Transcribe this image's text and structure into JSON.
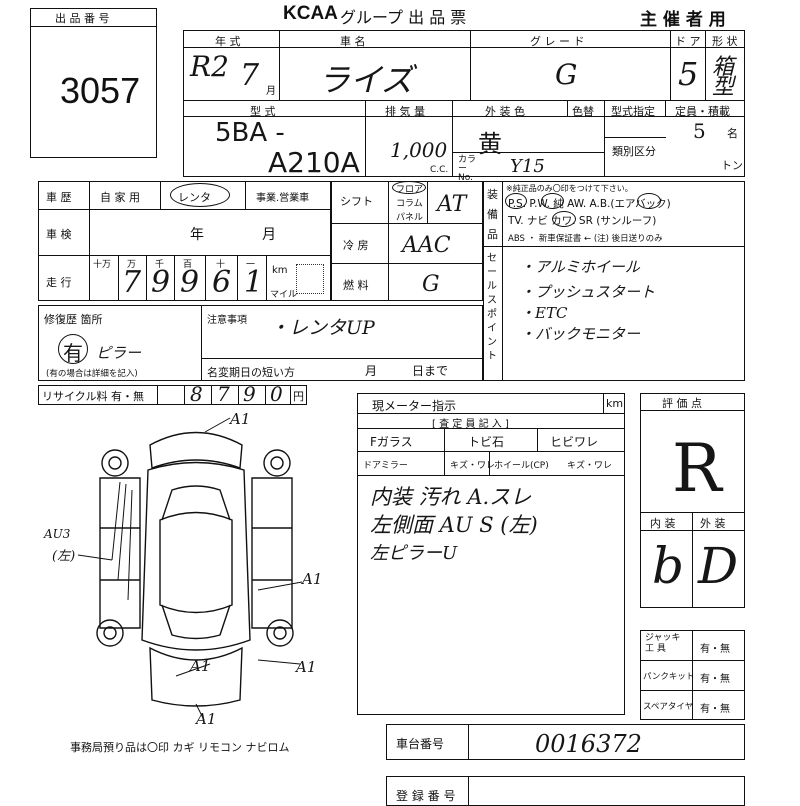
{
  "header": {
    "lot_label": "出 品 番 号",
    "lot_number": "3057",
    "brand": "KCAA",
    "doc_title": "グループ 出 品 票",
    "organizer": "主 催 者 用"
  },
  "vehicle": {
    "h_year": "年 式",
    "h_name": "車 名",
    "h_grade": "グ レ ー ド",
    "h_door": "ド ア",
    "h_shape": "形 状",
    "year": "R2",
    "month": "7",
    "month_unit": "月",
    "name": "ライズ",
    "grade": "G",
    "doors": "5",
    "shape": "箱型",
    "h_model": "型 式",
    "h_disp": "排 気 量",
    "h_color": "外 装 色",
    "h_color_chg": "色替",
    "h_type_spec": "型式指定",
    "h_capacity": "定員・積載",
    "h_class": "類別区分",
    "model1": "5BA -",
    "model2": "A210A",
    "displacement": "1,000",
    "cc": "C.C.",
    "color": "黄",
    "color_no_label": "カラー No.",
    "color_no": "Y15",
    "capacity": "5",
    "capacity_unit": "名",
    "load_unit": "トン"
  },
  "history": {
    "h_history": "車 歴",
    "own": "自 家 用",
    "rental": "レンタ",
    "business": "事業.営業車",
    "h_inspection": "車 検",
    "insp_year": "年",
    "insp_month": "月",
    "h_mileage": "走 行",
    "units": [
      "十万",
      "万",
      "千",
      "百",
      "十",
      "一"
    ],
    "mileage_digits": [
      "",
      "7",
      "9",
      "9",
      "6",
      "1"
    ],
    "km": "km",
    "mile": "マイル"
  },
  "specs": {
    "h_shift": "シフト",
    "shift_opts": [
      "フロア",
      "コラム",
      "パネル"
    ],
    "shift": "AT",
    "h_ac": "冷 房",
    "ac": "AAC",
    "h_fuel": "燃 料",
    "fuel": "G"
  },
  "equipment": {
    "label": "装 備 品",
    "note": "※純正品のみ〇印をつけて下さい。",
    "line1": "P.S.  P.W.  純 AW.  A.B.(エアバック)",
    "line2": "TV.  ナビ  カワ.  SR (サンルーフ)",
    "line3": "ABS ・ 新車保証書 ← (注) 後日送りのみ"
  },
  "sales": {
    "label": "セールスポイント",
    "points": [
      "・アルミホイール",
      "・プッシュスタート",
      "・ETC",
      "・バックモニター"
    ]
  },
  "repair": {
    "label": "修復歴 箇所",
    "value": "有",
    "sub": "ピラー",
    "note": "(有の場合は詳細を記入)"
  },
  "notes": {
    "label": "注意事項",
    "value": "・レンタUP",
    "name_change": "名変期日の短い方",
    "deadline_month": "月",
    "deadline_day": "日まで"
  },
  "recycle": {
    "label": "リサイクル料 有・無",
    "digits": [
      "8",
      "7",
      "9",
      "0"
    ],
    "unit": "円"
  },
  "inspector": {
    "meter_label": "現メーター指示",
    "km": "km",
    "section": "[ 査 定 員 記 入 ]",
    "glass": "Fガラス",
    "chip": "トビ石",
    "crack": "ヒビワレ",
    "mirror": "ドアミラー",
    "mirror_val": "キズ・ワレ",
    "wheel": "ホイール(CP)",
    "wheel_val": "キズ・ワレ",
    "remarks": [
      "内装 汚れ A.スレ",
      "左側面 AU S (左)",
      "左ピラーU"
    ]
  },
  "grade_box": {
    "label": "評 価 点",
    "score": "R",
    "interior_label": "内 装",
    "exterior_label": "外 装",
    "interior": "b",
    "exterior": "D"
  },
  "tools": {
    "rows": [
      {
        "label": "ジャッキ 工 具",
        "value": "有・無"
      },
      {
        "label": "パンクキット",
        "value": "有・無"
      },
      {
        "label": "スペアタイヤ",
        "value": "有・無"
      }
    ]
  },
  "diagram": {
    "marks": [
      "A1",
      "A1",
      "A1",
      "A1",
      "A1"
    ],
    "left_mark": "AU3",
    "left_mark_sub": "(左)",
    "footer": "事務局預り品は〇印  カギ  リモコン  ナビロム"
  },
  "chassis": {
    "label": "車台番号",
    "value": "0016372"
  },
  "registration": {
    "label": "登 録 番 号"
  }
}
